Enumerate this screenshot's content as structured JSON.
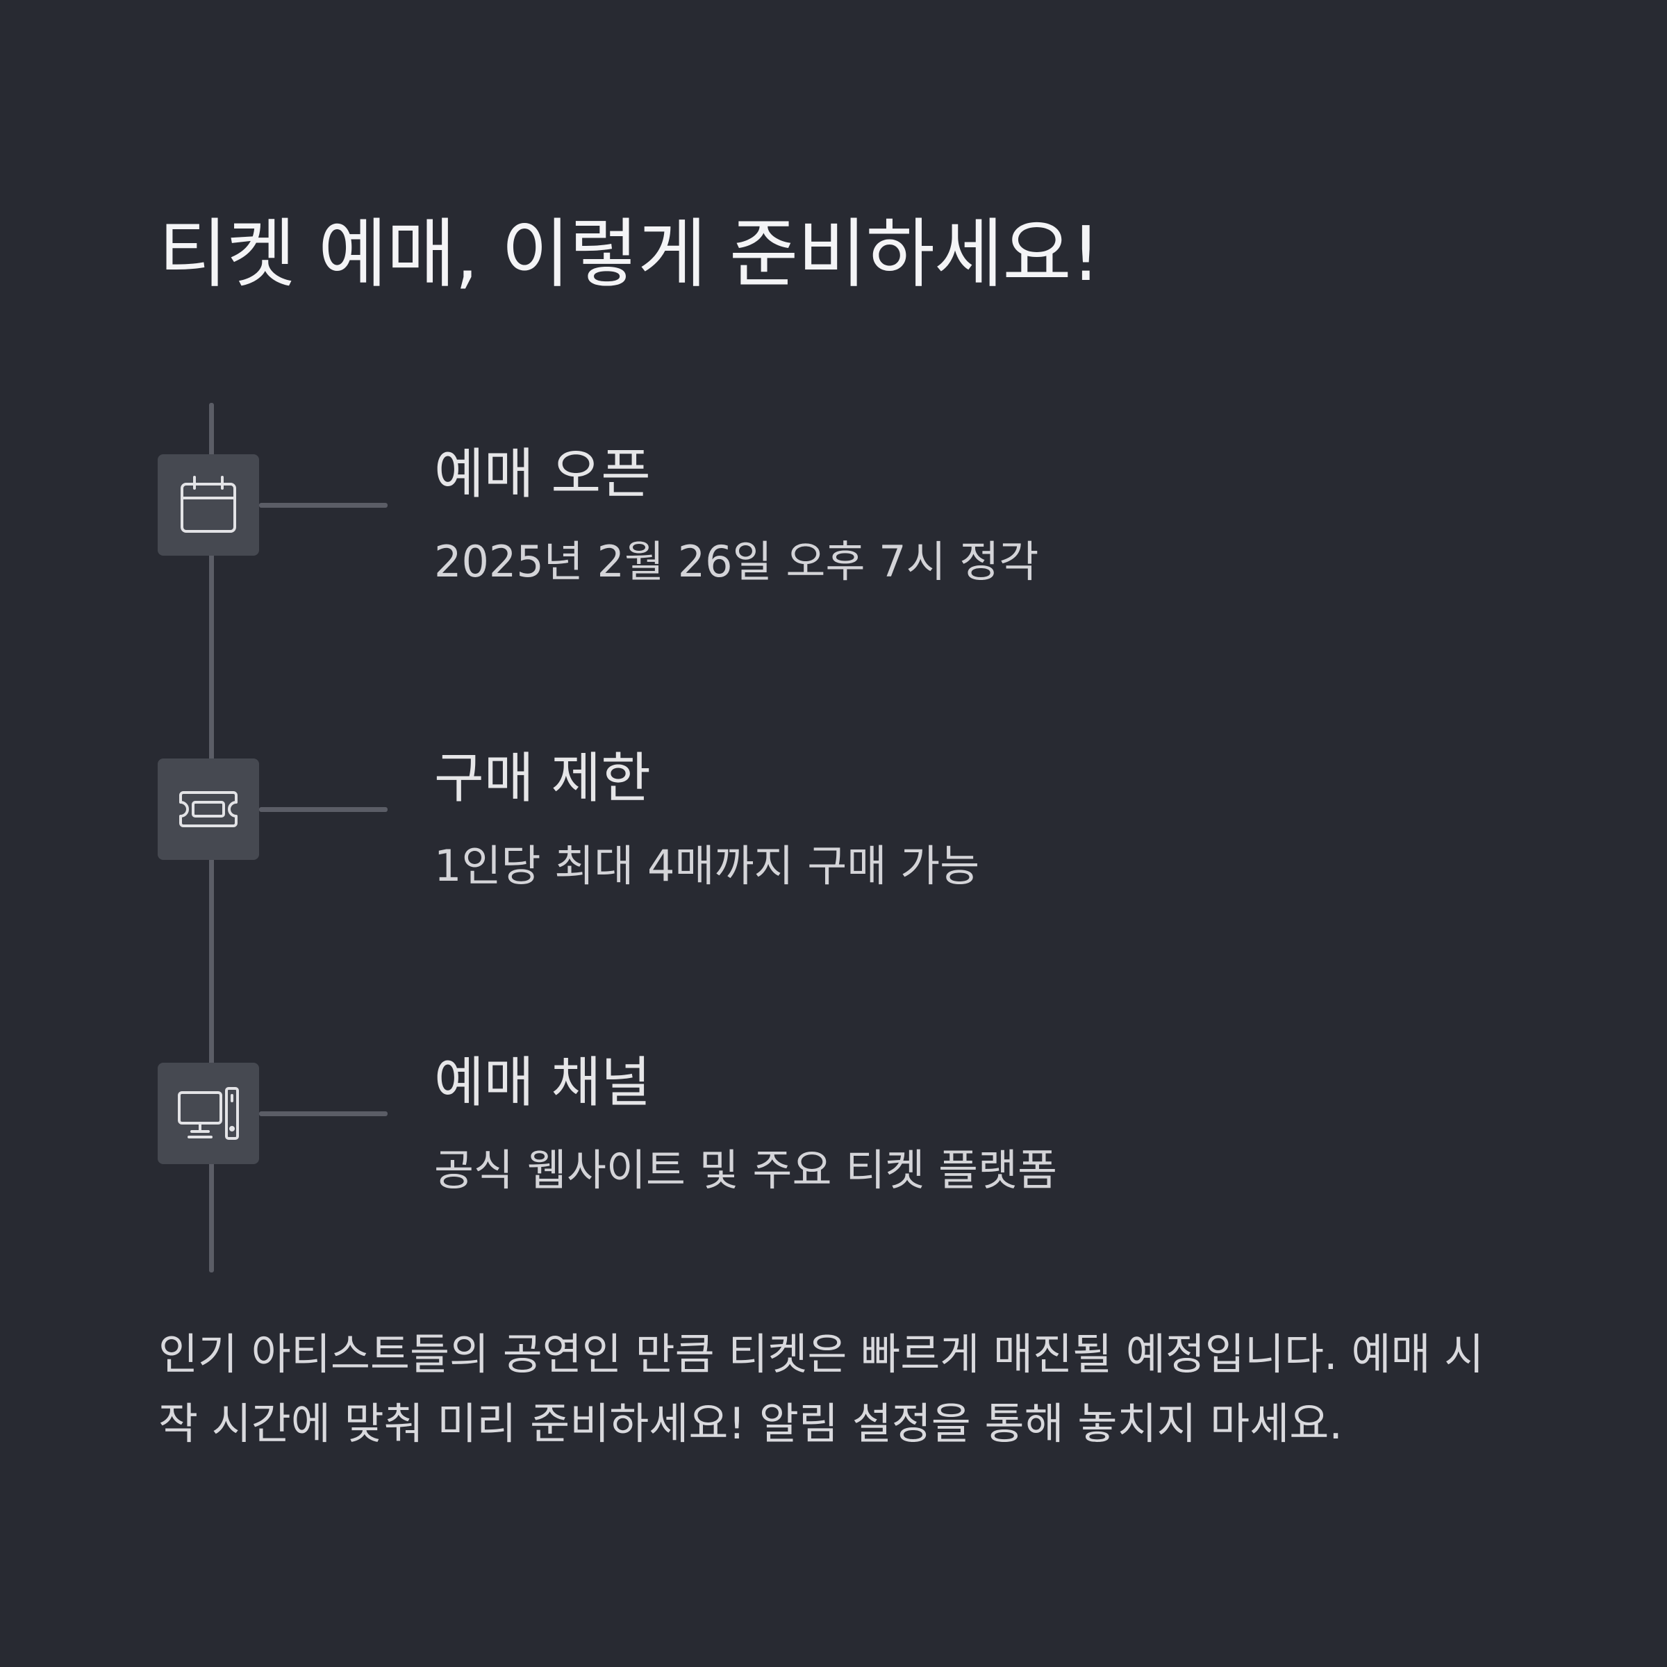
{
  "header": {
    "title": "티켓 예매, 이렇게 준비하세요!"
  },
  "steps": [
    {
      "icon": "calendar-icon",
      "title": "예매 오픈",
      "description": "2025년 2월 26일 오후 7시 정각"
    },
    {
      "icon": "ticket-icon",
      "title": "구매 제한",
      "description": "1인당 최대 4매까지 구매 가능"
    },
    {
      "icon": "computer-icon",
      "title": "예매 채널",
      "description": "공식 웹사이트 및 주요 티켓 플랫폼"
    }
  ],
  "footer": {
    "note": "인기 아티스트들의 공연인 만큼 티켓은 빠르게 매진될 예정입니다. 예매 시작 시간에 맞춰 미리 준비하세요! 알림 설정을 통해 놓치지 마세요."
  },
  "colors": {
    "background": "#282a32",
    "icon_box": "#464951",
    "line": "#5b5d66",
    "text": "#e6e6e8"
  }
}
